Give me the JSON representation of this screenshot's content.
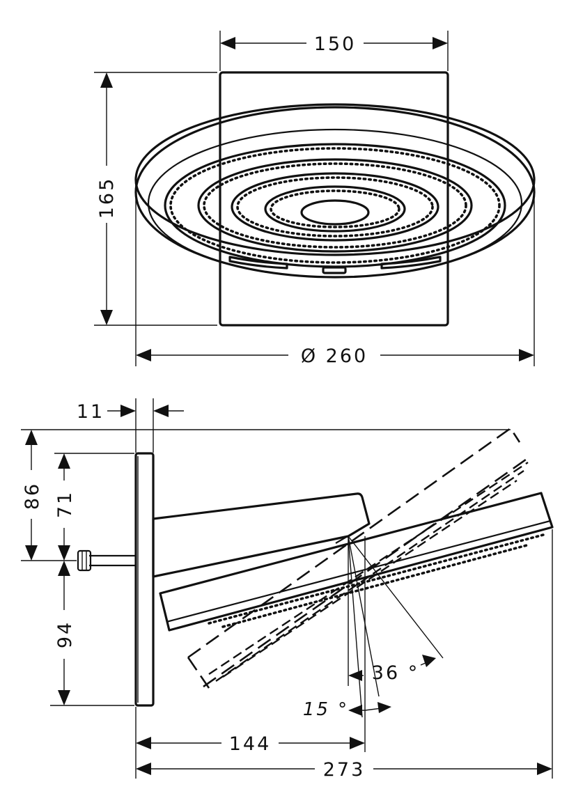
{
  "top_view": {
    "width_label": "150",
    "height_label": "165",
    "diameter_label": "Ø 260"
  },
  "side_view": {
    "flange_label": "11",
    "upper_outer_label": "86",
    "upper_inner_label": "71",
    "lower_label": "94",
    "tilt_up_label": "36 °",
    "tilt_down_label": "15 °",
    "center_depth_label": "144",
    "total_depth_label": "273"
  }
}
